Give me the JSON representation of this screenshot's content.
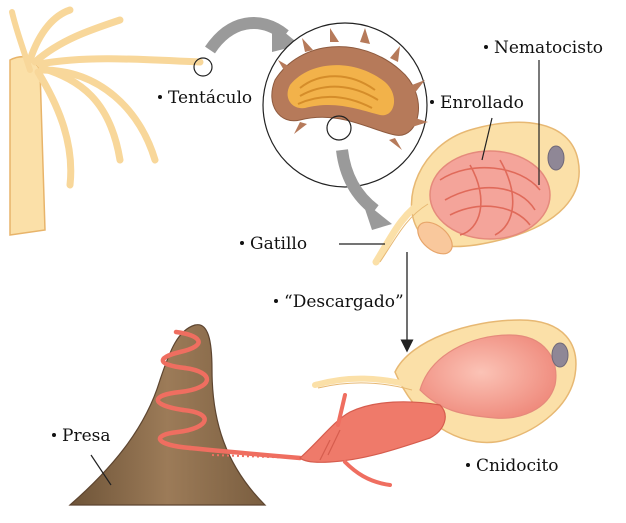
{
  "labels": {
    "tentaculo": "Tentáculo",
    "nematocisto": "Nematocisto",
    "enrollado": "Enrollado",
    "gatillo": "Gatillo",
    "descargado": "“Descargado”",
    "presa": "Presa",
    "cnidocito": "Cnidocito"
  },
  "colors": {
    "tentacle": "#f8d79a",
    "tentacle_stroke": "#e8b46a",
    "zoom_outer": "#b67a5a",
    "zoom_inner": "#f2b24a",
    "arrow": "#9a9a9a",
    "cell": "#fbe0a8",
    "cell_stroke": "#e7b873",
    "thread": "#ef6e60",
    "capsule": "#f4a49a",
    "prey": "#8a6a4a",
    "nucleus": "#8f8796"
  }
}
